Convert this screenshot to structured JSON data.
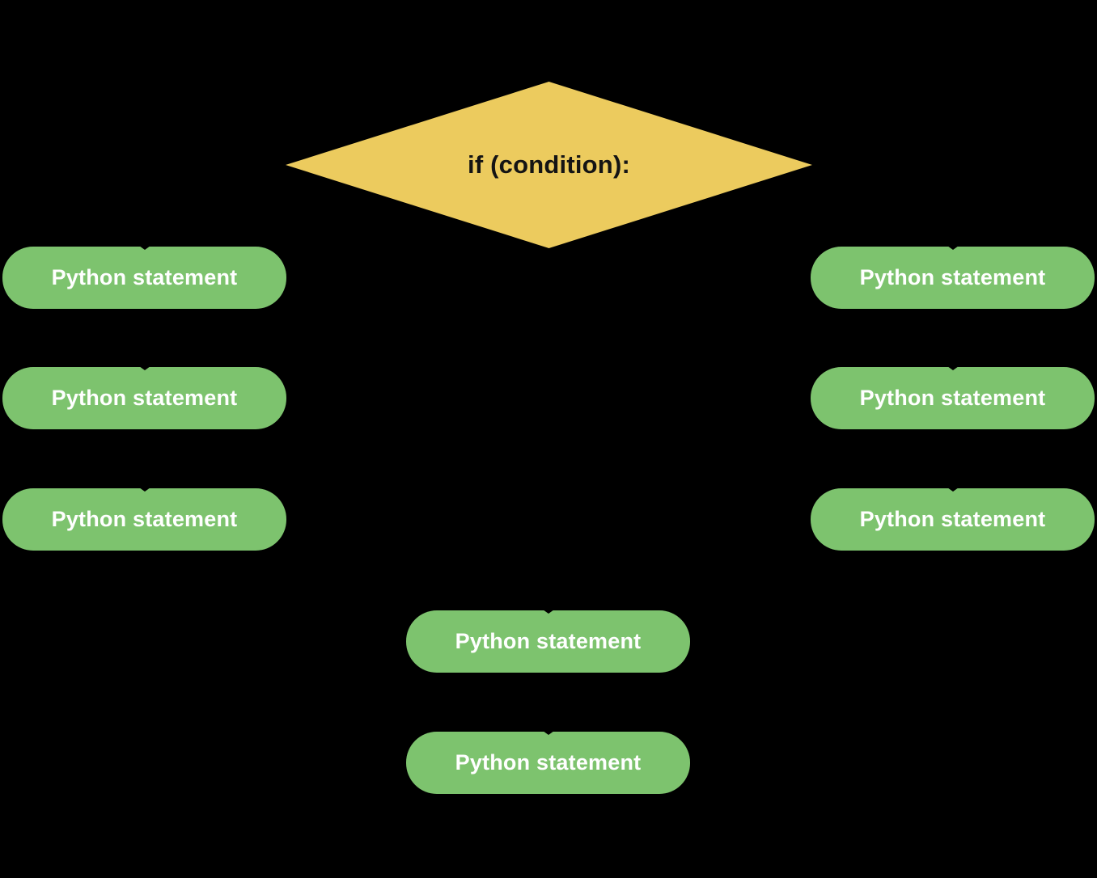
{
  "flowchart": {
    "colors": {
      "background": "#000000",
      "diamond_fill": "#ECCB5E",
      "diamond_text": "#141414",
      "pill_fill": "#7DC36E",
      "pill_text": "#FFFFFF"
    },
    "condition": {
      "label": "if (condition):",
      "shape": "diamond"
    },
    "left_branch": [
      {
        "label": "Python statement"
      },
      {
        "label": "Python statement"
      },
      {
        "label": "Python statement"
      }
    ],
    "right_branch": [
      {
        "label": "Python statement"
      },
      {
        "label": "Python statement"
      },
      {
        "label": "Python statement"
      }
    ],
    "merged_branch": [
      {
        "label": "Python statement"
      },
      {
        "label": "Python statement"
      }
    ]
  }
}
